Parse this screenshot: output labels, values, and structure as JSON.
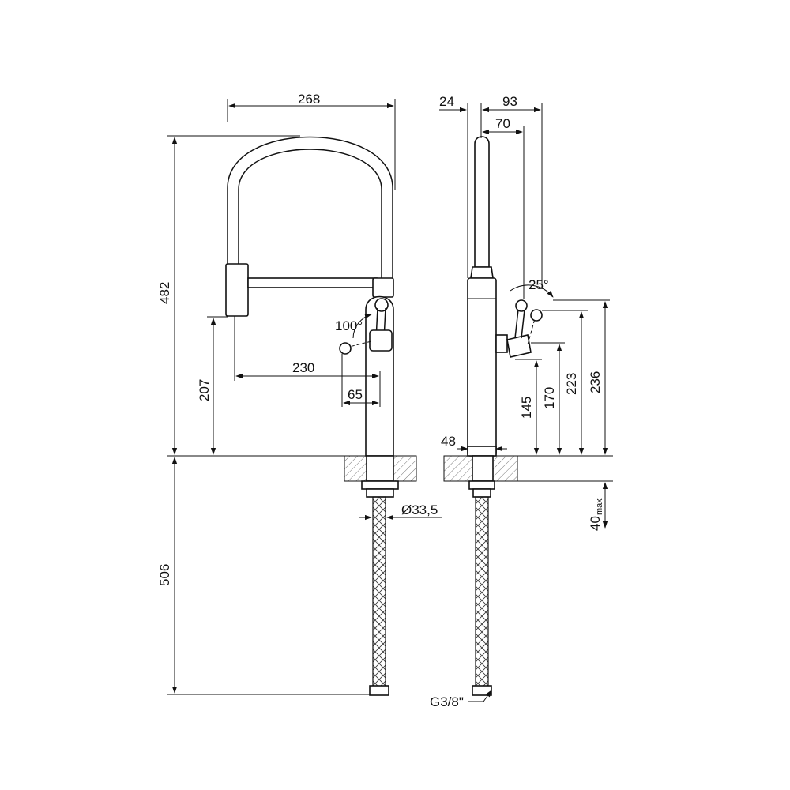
{
  "front_view": {
    "overall_width": "268",
    "total_height": "482",
    "spout_outlet_height": "207",
    "spout_reach": "230",
    "lever_offset": "65",
    "lever_rotation": "100°",
    "hose_length": "506",
    "hole_diameter": "Ø33,5"
  },
  "side_view": {
    "spout_offset": "24",
    "lever_depth": "93",
    "body_depth": "70",
    "lever_tilt": "25°",
    "body_diameter": "48",
    "height_145": "145",
    "height_170": "170",
    "height_223": "223",
    "height_236": "236",
    "max_deck_thickness": "40",
    "max_suffix": "max",
    "connection": "G3/8\""
  }
}
